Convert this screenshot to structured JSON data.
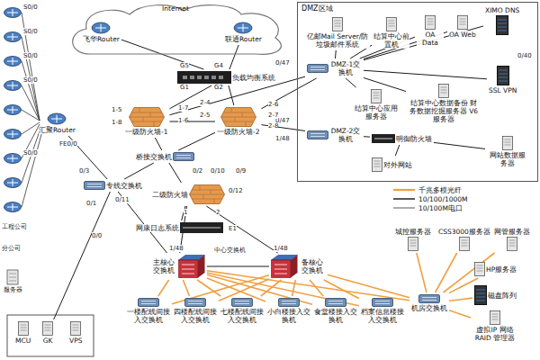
{
  "diagram": {
    "nodes": [
      {
        "text": [
          "Internet"
        ]
      },
      {
        "text": [
          "飞华Router"
        ],
        "in": 0
      },
      {
        "text": [
          "联通Router"
        ],
        "in": 0
      },
      {
        "text": [
          "负载均衡系统"
        ]
      },
      {
        "text": [
          "DMZ区域"
        ]
      },
      {
        "text": [
          "亿邮Mail Server/防垃圾邮件系统"
        ],
        "in": 4
      },
      {
        "text": [
          "结算中心前置机"
        ],
        "in": 4
      },
      {
        "text": [
          "OA Data"
        ],
        "in": 4
      },
      {
        "text": [
          "OA Web"
        ],
        "in": 4
      },
      {
        "text": [
          "XIMO DNS"
        ],
        "in": 4
      },
      {
        "text": [
          "DMZ-1交换机"
        ],
        "in": 4
      },
      {
        "text": [
          "结算中心应用服务器"
        ],
        "in": 4
      },
      {
        "text": [
          "结算中心数据备份 财务数据挖掘服务器 V6服务器"
        ],
        "in": 4
      },
      {
        "text": [
          "SSL VPN"
        ],
        "in": 4
      },
      {
        "text": [
          "DMZ-2交换机"
        ],
        "in": 4
      },
      {
        "text": [
          "明御防火墙"
        ],
        "in": 4
      },
      {
        "text": [
          "对外网站"
        ],
        "in": 4
      },
      {
        "text": [
          "网站数据服务器"
        ],
        "in": 4
      },
      {
        "text": [
          "汇聚Router"
        ]
      },
      {
        "text": [
          "一级防火墙-1"
        ]
      },
      {
        "text": [
          "一级防火墙-2"
        ]
      },
      {
        "text": [
          "桥接交换机"
        ]
      },
      {
        "text": [
          "专线交换机"
        ]
      },
      {
        "text": [
          "二级防火墙"
        ]
      },
      {
        "text": [
          "网康日志系统"
        ]
      },
      {
        "text": [
          "主核心交换机"
        ]
      },
      {
        "text": [
          "备核心交换机"
        ]
      },
      {
        "text": [
          "一楼配线间接入交换机"
        ]
      },
      {
        "text": [
          "四楼配线间接入交换机"
        ]
      },
      {
        "text": [
          "七楼配线间接入交换机"
        ]
      },
      {
        "text": [
          "小白楼接入交换机"
        ]
      },
      {
        "text": [
          "食堂楼接入交换机"
        ]
      },
      {
        "text": [
          "档案信息楼接入交换机"
        ]
      },
      {
        "text": [
          "机房交换机"
        ]
      },
      {
        "text": [
          "城控服务器"
        ]
      },
      {
        "text": [
          "CSS3000服务器"
        ]
      },
      {
        "text": [
          "网管服务器"
        ]
      },
      {
        "text": [
          "HP服务器"
        ]
      },
      {
        "text": [
          "磁盘阵列"
        ]
      },
      {
        "text": [
          "虚拟IP 网络RAID 管理器"
        ]
      },
      {
        "text": [
          "MCU"
        ]
      },
      {
        "text": [
          "GK"
        ]
      },
      {
        "text": [
          "VPS"
        ]
      }
    ],
    "edges": [
      {
        "from": 1,
        "to": 3,
        "arrow": "none"
      },
      {
        "from": 2,
        "to": 3,
        "arrow": "none"
      },
      {
        "from": 3,
        "to": 19,
        "arrow": "none"
      },
      {
        "from": 3,
        "to": 20,
        "arrow": "none"
      },
      {
        "from": 19,
        "to": 20,
        "arrow": "none"
      },
      {
        "from": 19,
        "to": 21,
        "arrow": "none"
      },
      {
        "from": 20,
        "to": 21,
        "arrow": "none"
      },
      {
        "from": 19,
        "to": 10,
        "arrow": "none"
      },
      {
        "from": 20,
        "to": 10,
        "arrow": "none"
      },
      {
        "from": 20,
        "to": 14,
        "arrow": "none"
      },
      {
        "from": 21,
        "to": 23,
        "arrow": "none"
      },
      {
        "from": 18,
        "to": 22,
        "arrow": "none"
      },
      {
        "from": 22,
        "to": 21,
        "arrow": "none"
      },
      {
        "from": 23,
        "to": 24,
        "arrow": "none"
      },
      {
        "from": 23,
        "to": 25,
        "arrow": "none"
      },
      {
        "from": 23,
        "to": 26,
        "arrow": "none"
      },
      {
        "from": 25,
        "to": 26,
        "arrow": "none"
      },
      {
        "from": 22,
        "to": 25,
        "arrow": "none"
      },
      {
        "from": 10,
        "to": 5,
        "arrow": "none"
      },
      {
        "from": 10,
        "to": 6,
        "arrow": "none"
      },
      {
        "from": 10,
        "to": 7,
        "arrow": "none"
      },
      {
        "from": 10,
        "to": 8,
        "arrow": "none"
      },
      {
        "from": 10,
        "to": 9,
        "arrow": "none"
      },
      {
        "from": 10,
        "to": 11,
        "arrow": "none"
      },
      {
        "from": 10,
        "to": 12,
        "arrow": "none"
      },
      {
        "from": 10,
        "to": 13,
        "arrow": "none"
      },
      {
        "from": 14,
        "to": 15,
        "arrow": "none"
      },
      {
        "from": 15,
        "to": 16,
        "arrow": "none"
      },
      {
        "from": 15,
        "to": 17,
        "arrow": "none"
      },
      {
        "from": 25,
        "to": 27,
        "arrow": "none"
      },
      {
        "from": 25,
        "to": 28,
        "arrow": "none"
      },
      {
        "from": 25,
        "to": 29,
        "arrow": "none"
      },
      {
        "from": 25,
        "to": 30,
        "arrow": "none"
      },
      {
        "from": 25,
        "to": 31,
        "arrow": "none"
      },
      {
        "from": 25,
        "to": 32,
        "arrow": "none"
      },
      {
        "from": 26,
        "to": 27,
        "arrow": "none"
      },
      {
        "from": 26,
        "to": 28,
        "arrow": "none"
      },
      {
        "from": 26,
        "to": 29,
        "arrow": "none"
      },
      {
        "from": 26,
        "to": 30,
        "arrow": "none"
      },
      {
        "from": 26,
        "to": 31,
        "arrow": "none"
      },
      {
        "from": 26,
        "to": 32,
        "arrow": "none"
      },
      {
        "from": 25,
        "to": 33,
        "arrow": "none"
      },
      {
        "from": 26,
        "to": 33,
        "arrow": "none"
      },
      {
        "from": 33,
        "to": 34,
        "arrow": "none"
      },
      {
        "from": 33,
        "to": 35,
        "arrow": "none"
      },
      {
        "from": 33,
        "to": 36,
        "arrow": "none"
      },
      {
        "from": 33,
        "to": 37,
        "arrow": "none"
      },
      {
        "from": 33,
        "to": 38,
        "arrow": "none"
      },
      {
        "from": 33,
        "to": 39,
        "arrow": "none"
      },
      {
        "from": 22,
        "to": 41,
        "arrow": "none"
      }
    ],
    "labels": [
      "G5",
      "G4",
      "G1",
      "G2",
      "中心交换机",
      "FE0/0",
      "S0/0",
      "S0/0",
      "S0/0",
      "S0/0",
      "S0/0",
      "0/3",
      "0/1",
      "0/11",
      "0/0",
      "工程公司",
      "分公司",
      "服务器",
      "0/47",
      "0/40",
      "0/47",
      "1/48",
      "1-5",
      "1-8",
      "1-7",
      "1-6",
      "2-4",
      "2-5",
      "2-6",
      "2-7",
      "2-8",
      "0/2",
      "0/10",
      "0/9",
      "0/12",
      "1",
      "2",
      "E1",
      "1/48",
      "1/48"
    ],
    "legend": [
      {
        "text": "千兆多模光纤"
      },
      {
        "text": "10/100/1000M"
      },
      {
        "text": "10/100M电口"
      }
    ]
  }
}
